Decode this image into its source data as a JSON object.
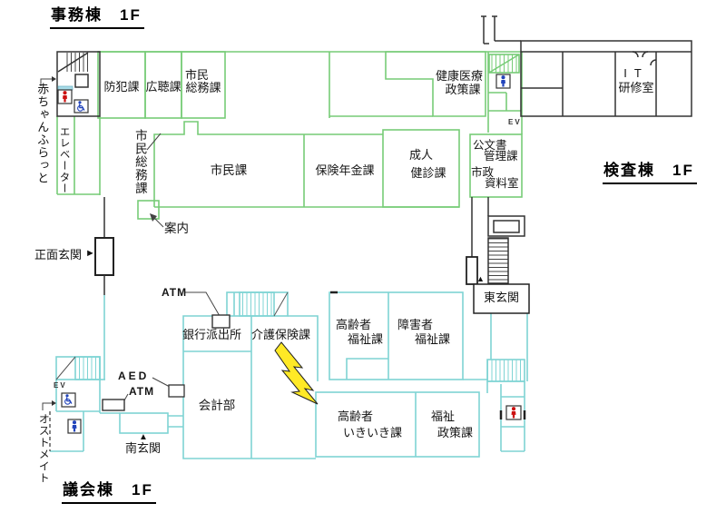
{
  "titles": {
    "office": "事務棟　1F",
    "inspection": "検査棟　1F",
    "assembly": "議会棟　1F"
  },
  "rooms": {
    "bohan": "防犯課",
    "kocho": "広聴課",
    "somu1": "市民",
    "somu2": "総務課",
    "kenko1": "健康医療",
    "kenko2": "政策課",
    "shimin": "市民課",
    "hoken": "保険年金課",
    "seijin1": "成人",
    "seijin2": "健診課",
    "kobunsho1": "公文書",
    "kobunsho2": "管理課",
    "shisei1": "市政",
    "shisei2": "資料室",
    "it1": "IT",
    "it2": "研修室",
    "ginko": "銀行派出所",
    "kaigo": "介護保険課",
    "korei_fukushi1": "高齢者",
    "korei_fukushi2": "福祉課",
    "shogai1": "障害者",
    "shogai2": "福祉課",
    "kaikei": "会計部",
    "ikiiki1": "高齢者",
    "ikiiki2": "いきいき課",
    "fukushi_seisaku1": "福祉",
    "fukushi_seisaku2": "政策課"
  },
  "annotations": {
    "somu_vertical": "市民総務課",
    "elevator": "エレベーター",
    "akachan": "赤ちゃんふらっと",
    "annai": "案内",
    "main_entrance": "正面玄関",
    "east_entrance": "東玄関",
    "south_entrance": "南玄関",
    "ostomate": "オストメイト",
    "atm_top": "ATM",
    "atm_bottom": "ATM",
    "aed": "AED",
    "ev_top": "EV",
    "ev_bottom": "EV",
    "arrow_right": "►",
    "arrow_up": "▲"
  },
  "icons": {
    "restroom_red": "#CC1111",
    "restroom_blue": "#2244BB",
    "wheelchair_blue": "#2244BB"
  },
  "colors": {
    "office_wing_wall": "#77CC77",
    "lower_wing_wall": "#7FD4D4",
    "inspection_wing_wall": "#333333",
    "highlight_bolt": "#FFE926"
  }
}
